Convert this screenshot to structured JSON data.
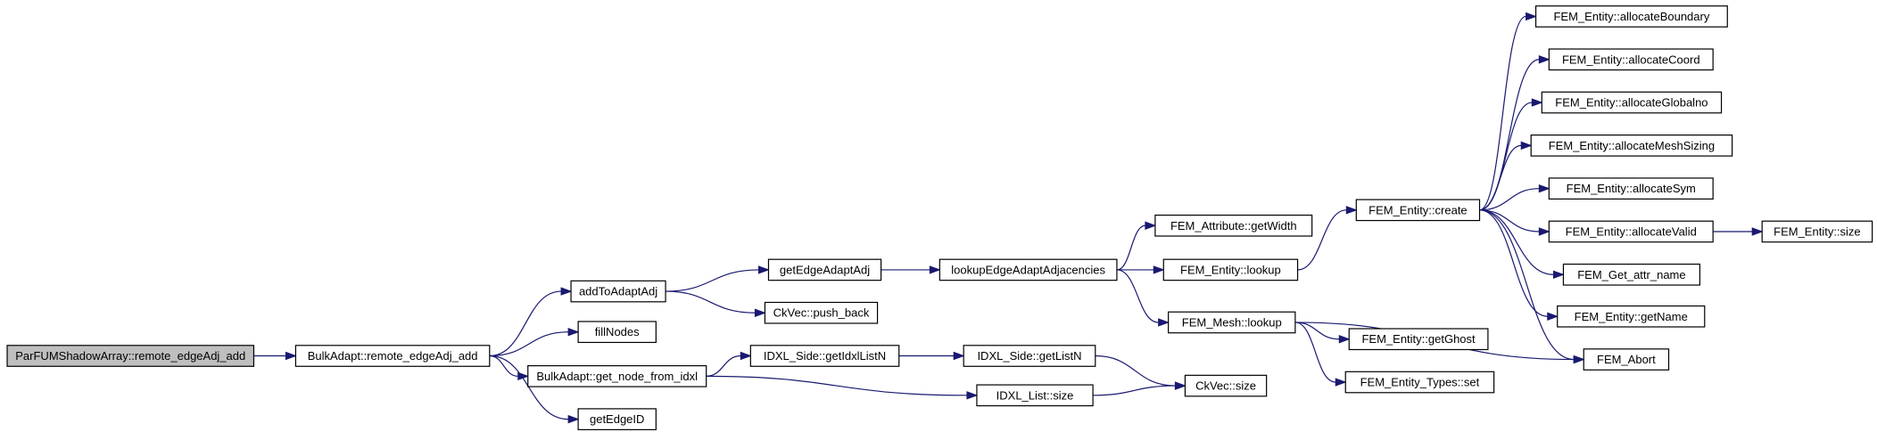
{
  "diagram": {
    "type": "call-graph",
    "colors": {
      "edge": "#191970",
      "root_fill": "#bfbfbf",
      "node_fill": "#ffffff",
      "border": "#000000"
    },
    "nodes": [
      {
        "id": "root",
        "label": "ParFUMShadowArray::remote_edgeAdj_add",
        "root": true
      },
      {
        "id": "n1",
        "label": "BulkAdapt::remote_edgeAdj_add"
      },
      {
        "id": "n2",
        "label": "addToAdaptAdj"
      },
      {
        "id": "n3",
        "label": "fillNodes"
      },
      {
        "id": "n4",
        "label": "BulkAdapt::get_node_from_idxl"
      },
      {
        "id": "n5",
        "label": "getEdgeID"
      },
      {
        "id": "n6",
        "label": "getEdgeAdaptAdj"
      },
      {
        "id": "n7",
        "label": "CkVec::push_back"
      },
      {
        "id": "n8",
        "label": "IDXL_Side::getIdxlListN"
      },
      {
        "id": "n9",
        "label": "IDXL_List::size"
      },
      {
        "id": "n10",
        "label": "lookupEdgeAdaptAdjacencies"
      },
      {
        "id": "n11",
        "label": "IDXL_Side::getListN"
      },
      {
        "id": "n12",
        "label": "CkVec::size"
      },
      {
        "id": "n13",
        "label": "FEM_Attribute::getWidth"
      },
      {
        "id": "n14",
        "label": "FEM_Entity::lookup"
      },
      {
        "id": "n15",
        "label": "FEM_Mesh::lookup"
      },
      {
        "id": "n16",
        "label": "FEM_Entity::create"
      },
      {
        "id": "n17",
        "label": "FEM_Entity::getGhost"
      },
      {
        "id": "n18",
        "label": "FEM_Entity_Types::set"
      },
      {
        "id": "n19",
        "label": "FEM_Entity::allocateBoundary"
      },
      {
        "id": "n20",
        "label": "FEM_Entity::allocateCoord"
      },
      {
        "id": "n21",
        "label": "FEM_Entity::allocateGlobalno"
      },
      {
        "id": "n22",
        "label": "FEM_Entity::allocateMeshSizing"
      },
      {
        "id": "n23",
        "label": "FEM_Entity::allocateSym"
      },
      {
        "id": "n24",
        "label": "FEM_Entity::allocateValid"
      },
      {
        "id": "n25",
        "label": "FEM_Get_attr_name"
      },
      {
        "id": "n26",
        "label": "FEM_Entity::getName"
      },
      {
        "id": "n27",
        "label": "FEM_Abort"
      },
      {
        "id": "n28",
        "label": "FEM_Entity::size"
      }
    ],
    "edges": [
      [
        "root",
        "n1"
      ],
      [
        "n1",
        "n2"
      ],
      [
        "n1",
        "n3"
      ],
      [
        "n1",
        "n4"
      ],
      [
        "n1",
        "n5"
      ],
      [
        "n2",
        "n6"
      ],
      [
        "n2",
        "n7"
      ],
      [
        "n4",
        "n8"
      ],
      [
        "n4",
        "n9"
      ],
      [
        "n6",
        "n10"
      ],
      [
        "n8",
        "n11"
      ],
      [
        "n9",
        "n12"
      ],
      [
        "n11",
        "n12"
      ],
      [
        "n10",
        "n13"
      ],
      [
        "n10",
        "n14"
      ],
      [
        "n10",
        "n15"
      ],
      [
        "n14",
        "n16"
      ],
      [
        "n15",
        "n17"
      ],
      [
        "n15",
        "n18"
      ],
      [
        "n15",
        "n27"
      ],
      [
        "n16",
        "n19"
      ],
      [
        "n16",
        "n20"
      ],
      [
        "n16",
        "n21"
      ],
      [
        "n16",
        "n22"
      ],
      [
        "n16",
        "n23"
      ],
      [
        "n16",
        "n24"
      ],
      [
        "n16",
        "n25"
      ],
      [
        "n16",
        "n26"
      ],
      [
        "n16",
        "n27"
      ],
      [
        "n24",
        "n28"
      ]
    ]
  }
}
